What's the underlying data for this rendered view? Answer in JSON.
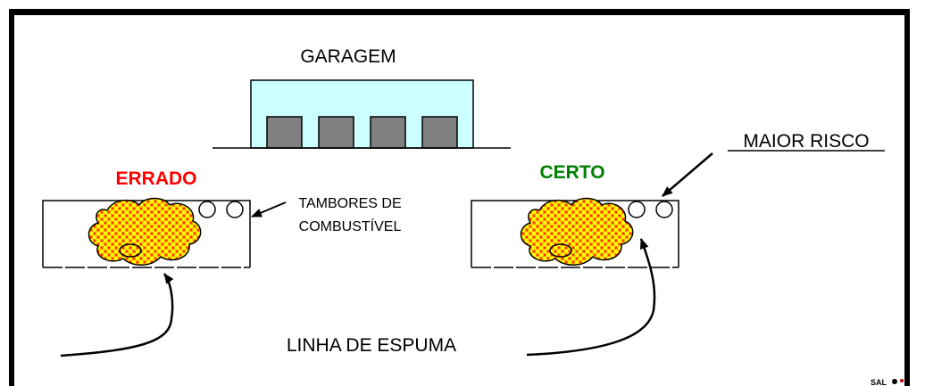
{
  "labels": {
    "garagem": "GARAGEM",
    "errado": "ERRADO",
    "certo": "CERTO",
    "maior_risco": "MAIOR RISCO",
    "tambores_line1": "TAMBORES DE",
    "tambores_line2": "COMBUSTÍVEL",
    "linha_espuma": "LINHA DE ESPUMA",
    "logo": "SAL"
  },
  "colors": {
    "frame": "#000000",
    "garage_fill": "#ccffff",
    "garage_doors": "#808080",
    "errado_text": "#ff0000",
    "certo_text": "#008000",
    "fire_base": "#ff9900",
    "fire_check": "#ffff00",
    "fire_dot": "#ff3300"
  }
}
